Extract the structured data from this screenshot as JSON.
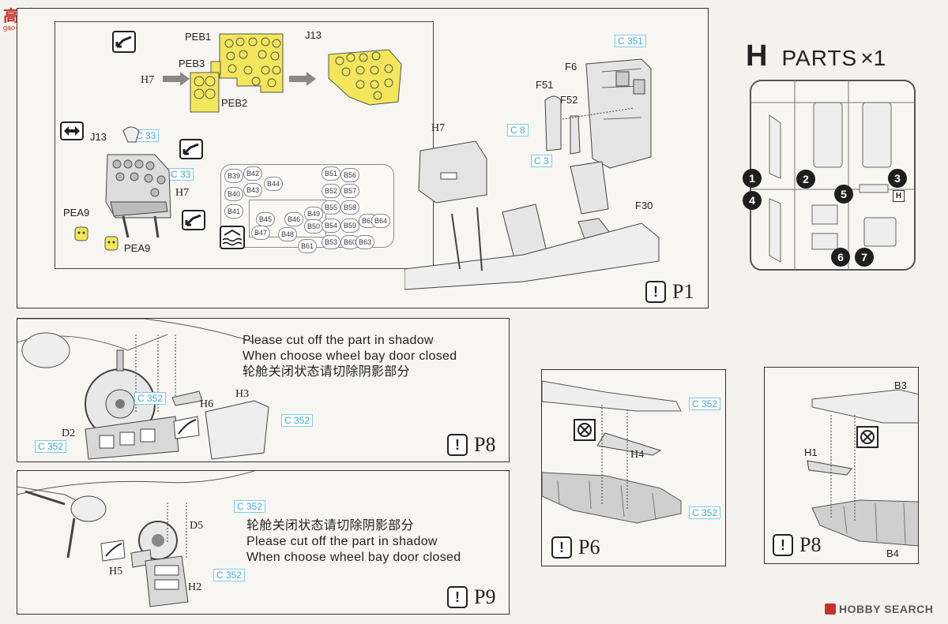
{
  "watermark": {
    "brand": "高手网",
    "url": "gao-shou.com"
  },
  "footer": {
    "brand": "HOBBY SEARCH"
  },
  "colors": {
    "photoetch_yellow": "#f4e65a",
    "ref_blue": "#3aa6cf",
    "ink": "#222222",
    "paper": "#f3f2ee"
  },
  "icons": [
    "bend-icon",
    "swap-arrows-icon",
    "water-icon",
    "no-glue-icon"
  ],
  "panel_p1": {
    "labels": {
      "peb1": "PEB1",
      "peb3": "PEB3",
      "h7_left": "H7",
      "peb2": "PEB2",
      "j13_top": "J13",
      "j13_mid": "J13",
      "h7_mid": "H7",
      "pea9_a": "PEA9",
      "pea9_b": "PEA9",
      "h7_right": "H7",
      "f6": "F6",
      "f51": "F51",
      "f52": "F52",
      "f30": "F30"
    },
    "refs": {
      "c351": "C 351",
      "c33_a": "C 33",
      "c33_b": "C 33",
      "c8": "C 8",
      "c3": "C 3"
    },
    "decal_numbers": [
      "B39",
      "B42",
      "B44",
      "B51",
      "B56",
      "B40",
      "B43",
      "B52",
      "B57",
      "B41",
      "B55",
      "B58",
      "B45",
      "B46",
      "B49",
      "B50",
      "B54",
      "B59",
      "B62",
      "B64",
      "B47",
      "B48",
      "B53",
      "B60",
      "B63",
      "B61"
    ],
    "page": "P1"
  },
  "parts_h": {
    "letter": "H",
    "title": "PARTS",
    "multiplier": "×1",
    "numbers": [
      "1",
      "2",
      "3",
      "4",
      "5",
      "6",
      "7"
    ],
    "tag": "H"
  },
  "panel_p8a": {
    "note_lines": [
      "Please cut off the part in shadow",
      "When choose wheel bay door closed",
      "轮舱关闭状态请切除阴影部分"
    ],
    "labels": {
      "h6": "H6",
      "h3": "H3",
      "d2": "D2"
    },
    "refs": {
      "c352_a": "C 352",
      "c352_b": "C 352",
      "c352_c": "C 352"
    },
    "page": "P8"
  },
  "panel_p9": {
    "note_lines": [
      "轮舱关闭状态请切除阴影部分",
      "Please cut off the part in shadow",
      "When choose wheel bay door closed"
    ],
    "labels": {
      "d5": "D5",
      "h5": "H5",
      "h2": "H2"
    },
    "refs": {
      "c352_a": "C 352",
      "c352_b": "C 352"
    },
    "page": "P9"
  },
  "panel_p6": {
    "labels": {
      "h4": "H4"
    },
    "refs": {
      "c352_a": "C 352",
      "c352_b": "C 352"
    },
    "page": "P6"
  },
  "panel_p8b": {
    "labels": {
      "b3": "B3",
      "h1": "H1",
      "b4": "B4"
    },
    "page": "P8"
  }
}
